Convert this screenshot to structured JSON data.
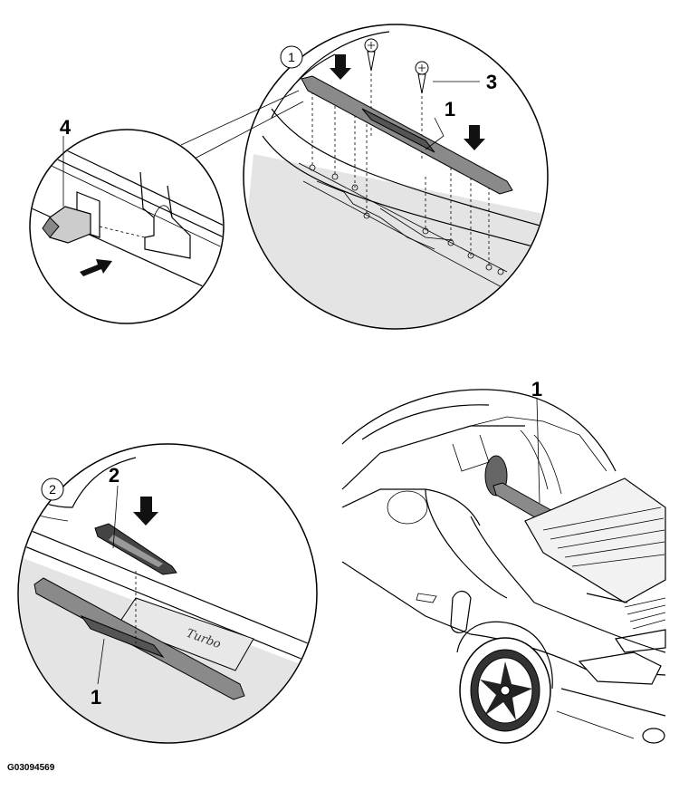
{
  "figure_id": "G03094569",
  "detail_1": {
    "circle_label": "1",
    "callouts": [
      "4",
      "3",
      "1"
    ]
  },
  "detail_2": {
    "circle_label": "2",
    "callouts": [
      "2",
      "1"
    ]
  },
  "car_view": {
    "callouts": [
      "1"
    ]
  },
  "sill_script_text": "Turbo"
}
